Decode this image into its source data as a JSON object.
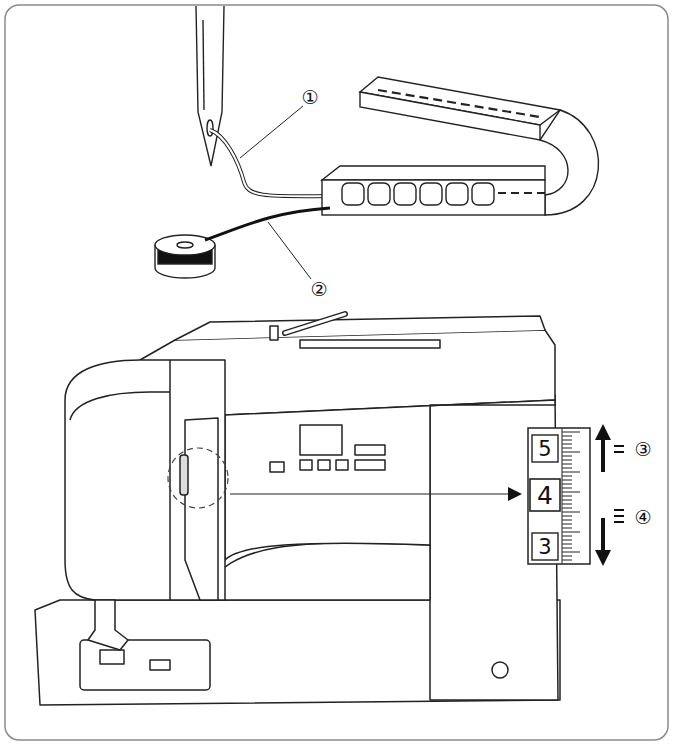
{
  "diagram": {
    "labels": [
      "①",
      "②",
      "5",
      "4",
      "3",
      "③",
      "④"
    ]
  }
}
